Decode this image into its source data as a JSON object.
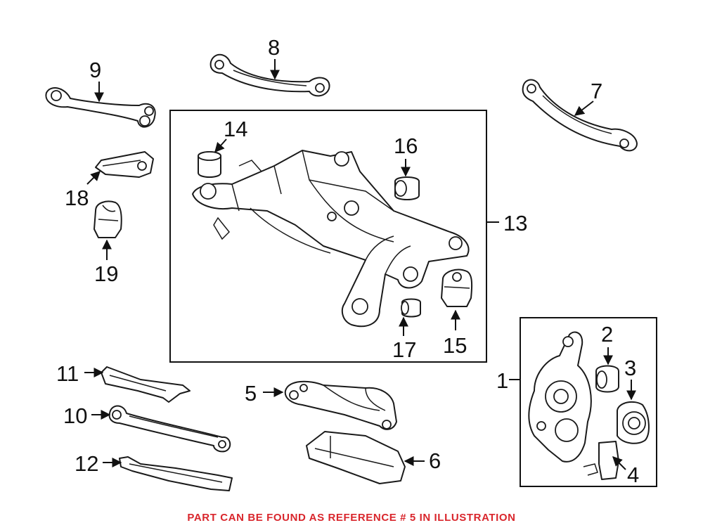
{
  "callouts": {
    "c1": "1",
    "c2": "2",
    "c3": "3",
    "c4": "4",
    "c5": "5",
    "c6": "6",
    "c7": "7",
    "c8": "8",
    "c9": "9",
    "c10": "10",
    "c11": "11",
    "c12": "12",
    "c13": "13",
    "c14": "14",
    "c15": "15",
    "c16": "16",
    "c17": "17",
    "c18": "18",
    "c19": "19"
  },
  "footnote": "PART CAN BE FOUND AS REFERENCE # 5 IN ILLUSTRATION",
  "colors": {
    "footnote": "#d9262c",
    "line": "#1a1a1a"
  }
}
